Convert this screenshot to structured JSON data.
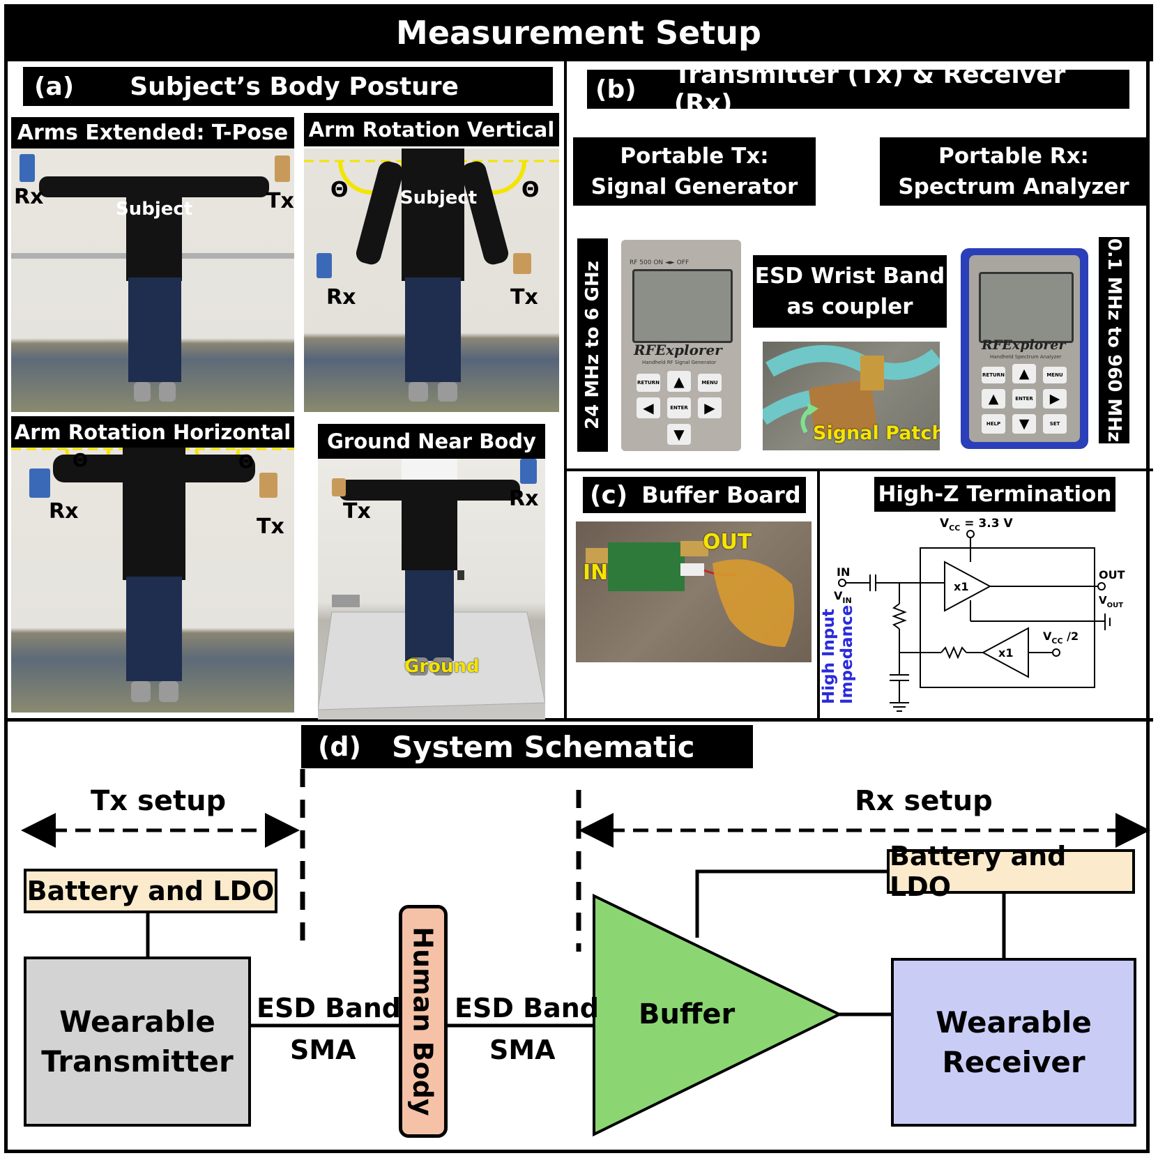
{
  "title": "Measurement Setup",
  "panel_a": {
    "tag": "(a)",
    "heading": "Subject’s Body Posture",
    "photos": [
      {
        "caption": "Arms Extended: T-Pose",
        "labels": {
          "rx": "Rx",
          "tx": "Tx",
          "subject": "Subject"
        }
      },
      {
        "caption": "Arm Rotation Vertical",
        "labels": {
          "rx": "Rx",
          "tx": "Tx",
          "subject": "Subject",
          "theta": "Θ"
        }
      },
      {
        "caption": "Arm Rotation Horizontal",
        "labels": {
          "rx": "Rx",
          "tx": "Tx",
          "theta": "Θ"
        }
      },
      {
        "caption": "Ground Near Body",
        "labels": {
          "rx": "Rx",
          "tx": "Tx",
          "ground": "Ground"
        }
      }
    ]
  },
  "panel_b": {
    "tag": "(b)",
    "heading": "Transmitter (Tx) & Receiver (Rx)",
    "tx_box": {
      "line1": "Portable Tx:",
      "line2": "Signal Generator"
    },
    "rx_box": {
      "line1": "Portable Rx:",
      "line2": "Spectrum Analyzer"
    },
    "tx_range": "24 MHz to 6 GHz",
    "rx_range": "0.1 MHz to 960 MHz",
    "esd_box": {
      "line1": "ESD Wrist Band",
      "line2": "as coupler"
    },
    "signal_patch": "Signal Patch",
    "device_brand": "RFExplorer",
    "tx_device_sub": "Handheld RF Signal Generator",
    "rx_device_sub": "Handheld Spectrum Analyzer",
    "tx_device_top": "RF 500 ON ◄► OFF",
    "keys": {
      "return": "RETURN",
      "menu": "MENU",
      "enter": "ENTER",
      "help": "HELP",
      "set": "SET"
    }
  },
  "panel_c": {
    "tag": "(c)",
    "heading": "Buffer Board",
    "in_label": "IN",
    "out_label": "OUT",
    "termination_heading": "High-Z Termination",
    "vcc": "V",
    "vcc_sub": "CC",
    "vcc_value": " = 3.3 V",
    "in_text": "IN",
    "vin": "V",
    "vin_sub": "IN",
    "out_text": "OUT",
    "vout": "V",
    "vout_sub": "OUT",
    "amp_gain": "x1",
    "half_vcc": "V",
    "half_vcc_sub": "CC",
    "half_vcc_suffix": " /2",
    "impedance_line1": "High Input",
    "impedance_line2": "Impedance",
    "impedance_color": "#2a2adb"
  },
  "panel_d": {
    "tag": "(d)",
    "heading": "System Schematic",
    "tx_setup": "Tx setup",
    "rx_setup": "Rx setup",
    "tx_battery": "Battery and LDO",
    "rx_battery": "Battery and LDO",
    "transmitter_line1": "Wearable",
    "transmitter_line2": "Transmitter",
    "receiver_line1": "Wearable",
    "receiver_line2": "Receiver",
    "human_body": "Human Body",
    "esd_left_line1": "ESD Band",
    "esd_left_line2": "SMA",
    "esd_right_line1": "ESD Band",
    "esd_right_line2": "SMA",
    "buffer": "Buffer",
    "colors": {
      "battery": "#fbeacb",
      "transmitter": "#d3d3d3",
      "receiver": "#c9cdf6",
      "human_body": "#f5c2a8",
      "buffer": "#8bd672"
    }
  }
}
